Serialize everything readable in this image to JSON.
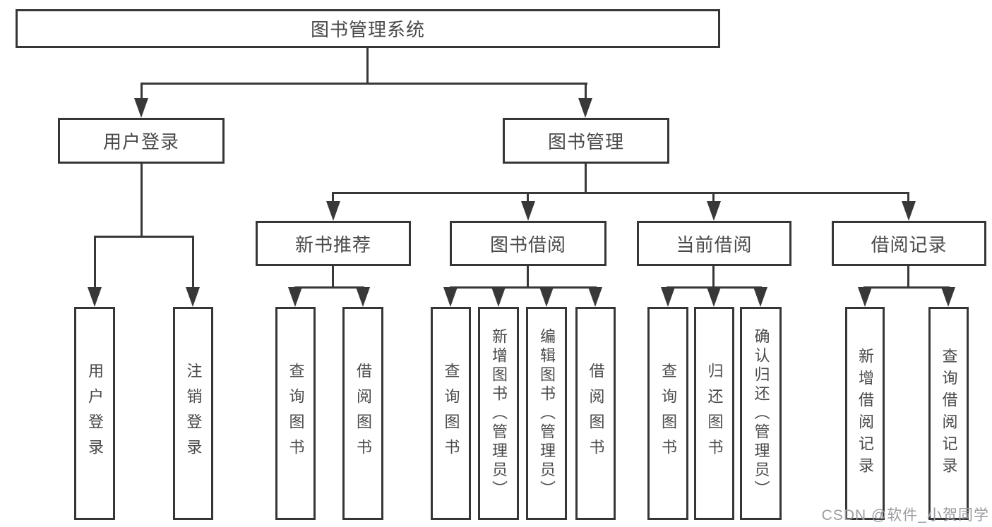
{
  "diagram": {
    "title": "图书管理系统",
    "branches": {
      "user_login": {
        "label": "用户登录",
        "children": [
          "用户登录",
          "注销登录"
        ]
      },
      "book_management": {
        "label": "图书管理",
        "children": {
          "new_book_recommend": {
            "label": "新书推荐",
            "children": [
              "查询图书",
              "借阅图书"
            ]
          },
          "book_borrow": {
            "label": "图书借阅",
            "children": [
              "查询图书",
              "新增图书（管理员）",
              "编辑图书（管理员）",
              "借阅图书"
            ]
          },
          "current_borrow": {
            "label": "当前借阅",
            "children": [
              "查询图书",
              "归还图书",
              "确认归还（管理员）"
            ]
          },
          "borrow_records": {
            "label": "借阅记录",
            "children": [
              "新增借阅记录",
              "查询借阅记录"
            ]
          }
        }
      }
    }
  },
  "watermark": "CSDN @软件_小贺同学",
  "colors": {
    "line": "#383838",
    "border": "#363636",
    "text": "#4a4a4a",
    "background": "#ffffff",
    "watermark_color": "#9c9ca1"
  }
}
